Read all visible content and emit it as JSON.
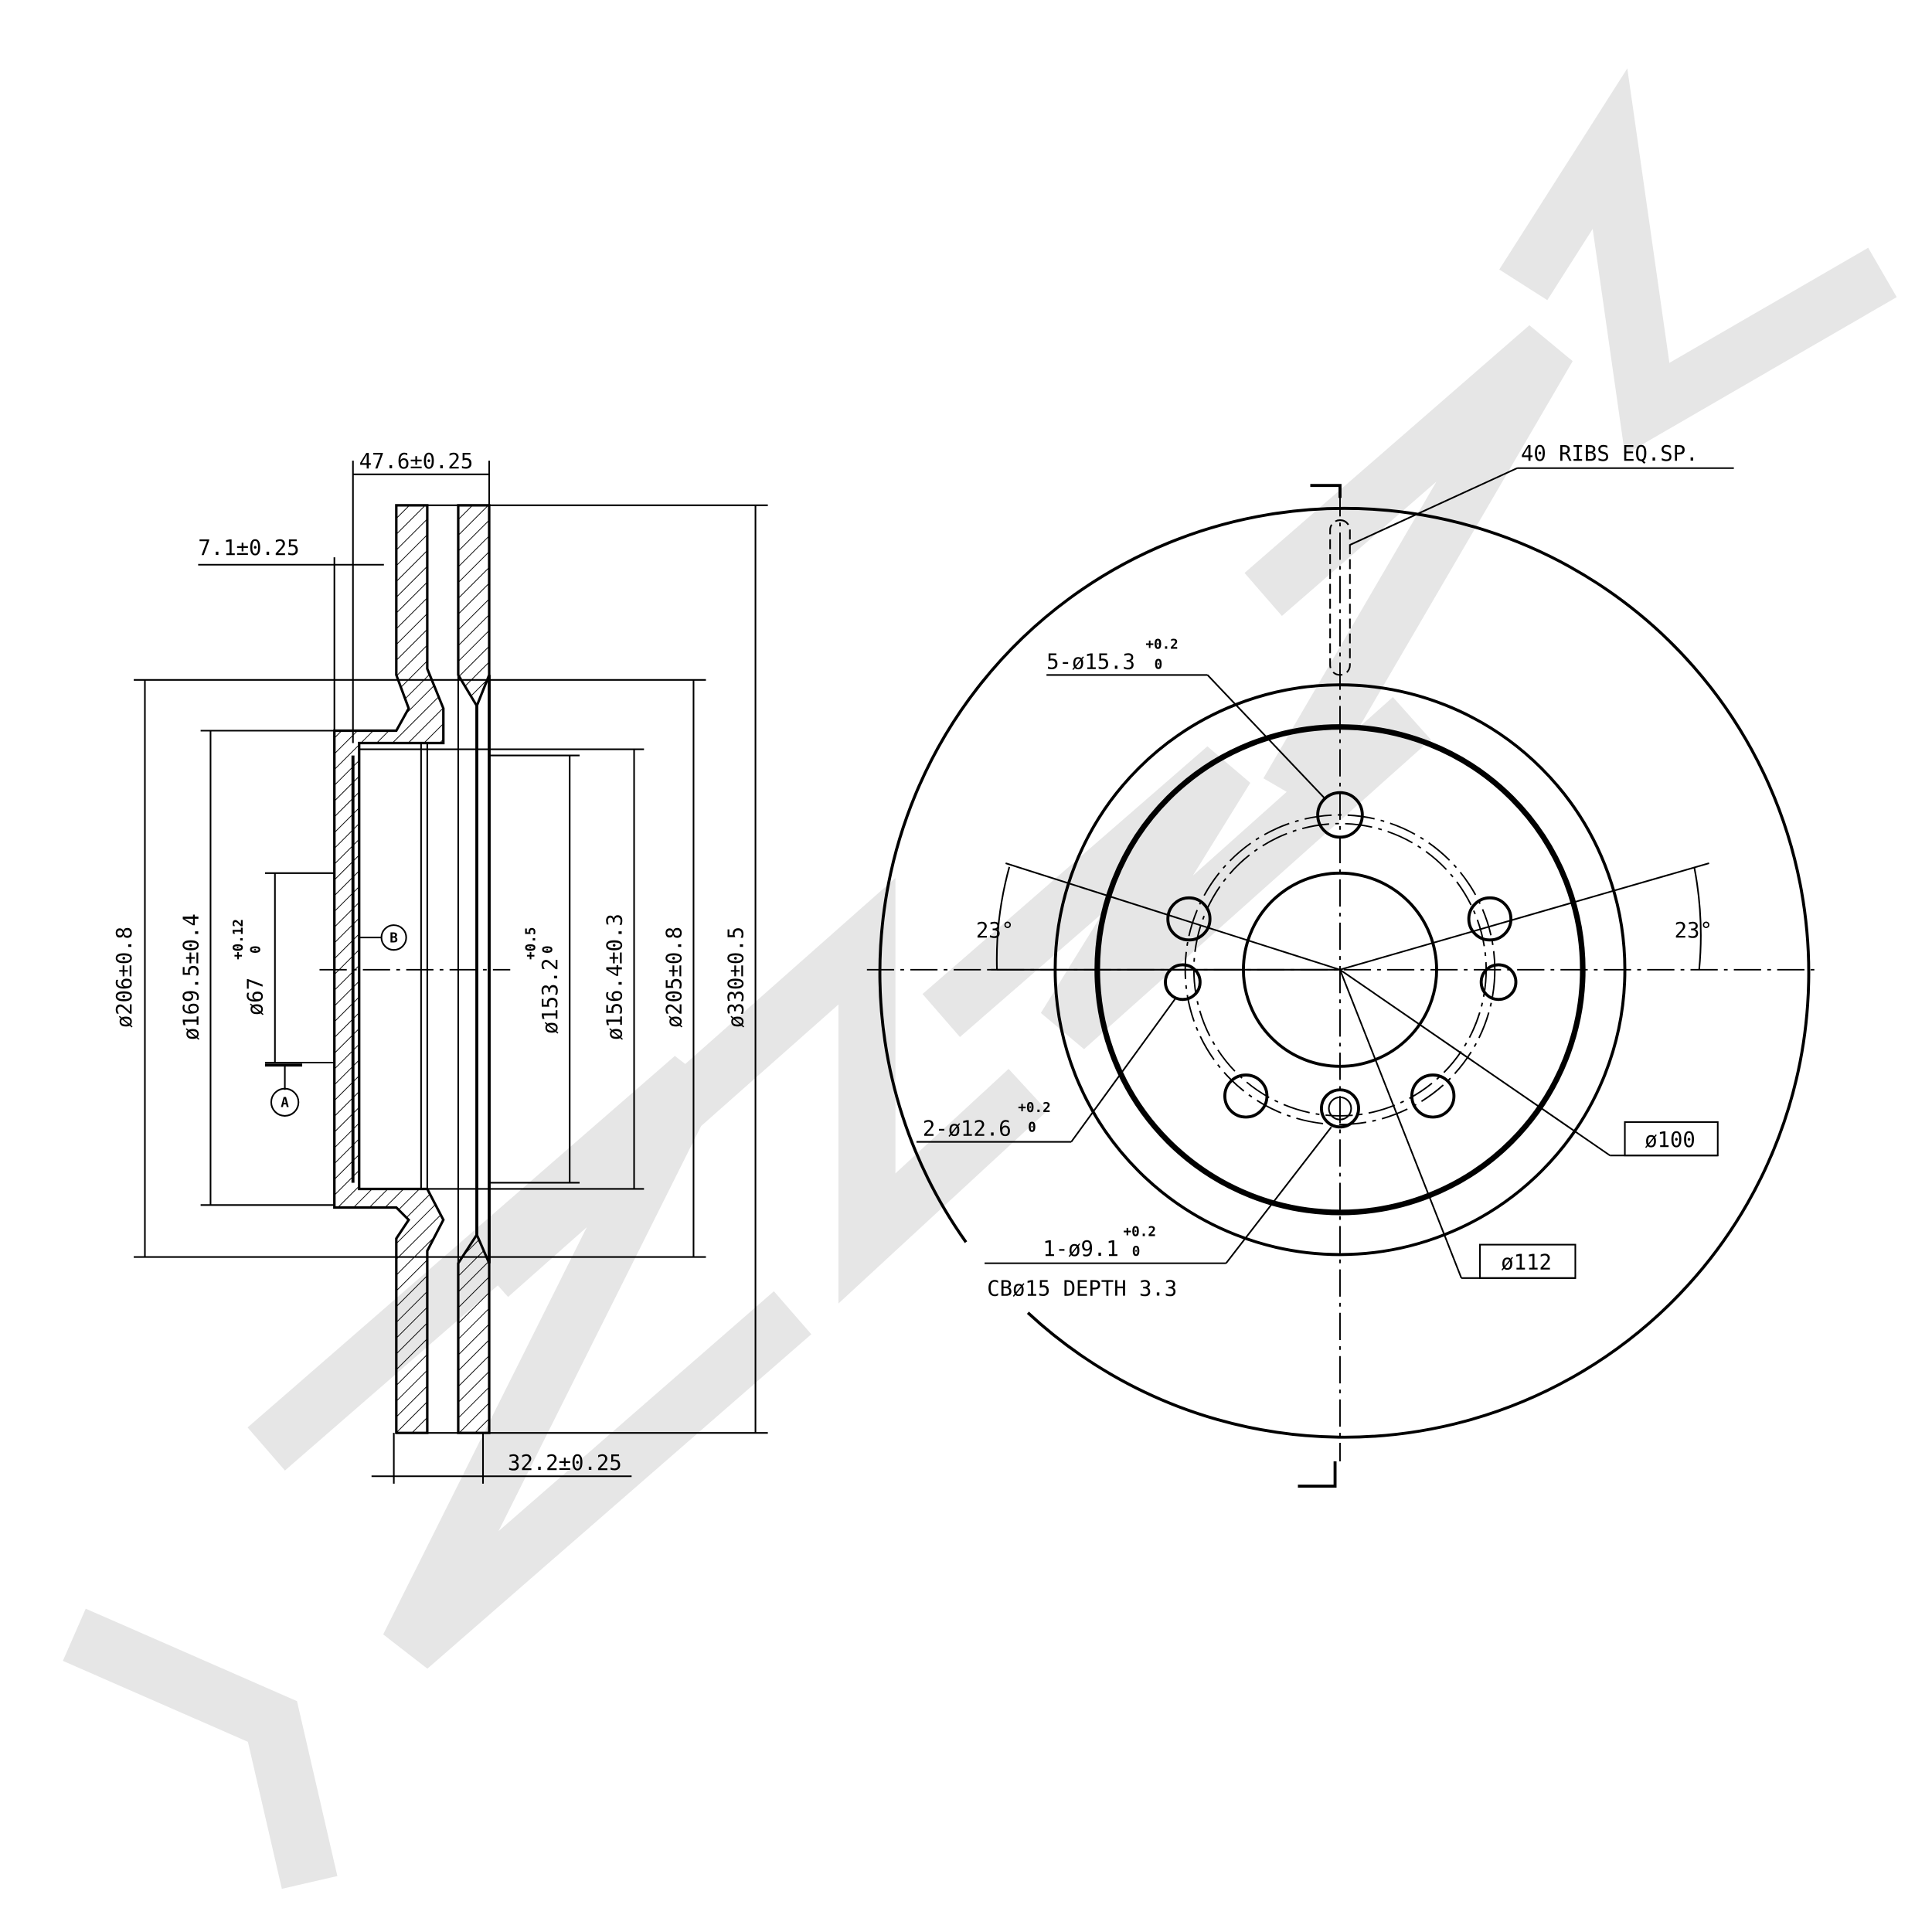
{
  "watermark": "ZEKKERT",
  "side_view": {
    "overall_width": "47.6±0.25",
    "hat_thickness": "7.1±0.25",
    "disc_offset": "32.2±0.25",
    "d206": "ø206±0.8",
    "d169": "ø169.5±0.4",
    "d67": "ø67",
    "d67_tol_upper": "+0.12",
    "d67_tol_lower": "0",
    "d153": "ø153.2",
    "d153_tol_upper": "+0.5",
    "d153_tol_lower": "0",
    "d156": "ø156.4±0.3",
    "d205": "ø205±0.8",
    "d330": "ø330±0.5",
    "datum_a": "A",
    "datum_b": "B"
  },
  "front_view": {
    "ribs": "40 RIBS EQ.SP.",
    "holes_5": "5-ø15.3",
    "holes_5_tol_upper": "+0.2",
    "holes_5_tol_lower": "0",
    "angle_left": "23°",
    "angle_right": "23°",
    "holes_2": "2-ø12.6",
    "holes_2_tol_upper": "+0.2",
    "holes_2_tol_lower": "0",
    "hole_1": "1-ø9.1",
    "hole_1_tol_upper": "+0.2",
    "hole_1_tol_lower": "0",
    "counterbore": "CBø15 DEPTH 3.3",
    "pcd_100": "ø100",
    "pcd_112": "ø112"
  }
}
